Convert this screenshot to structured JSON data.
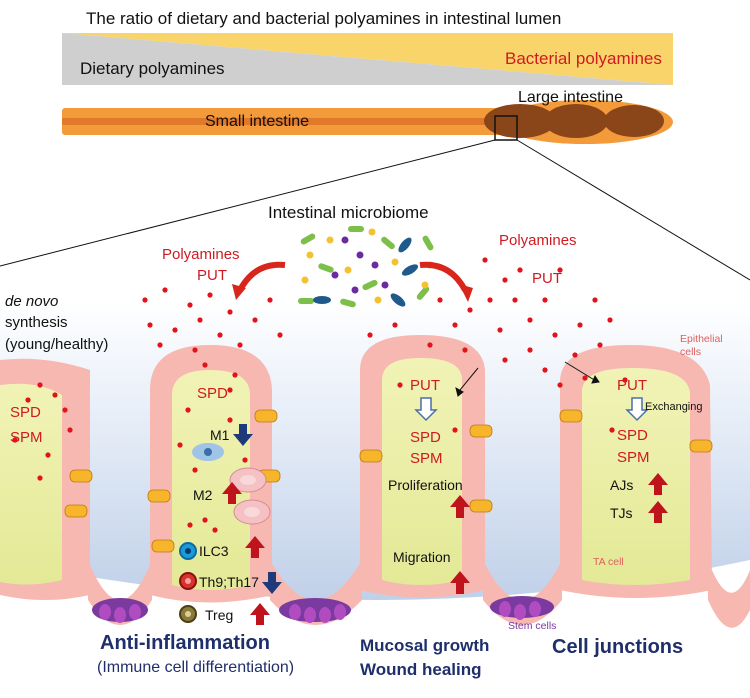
{
  "title": "The ratio of dietary and bacterial polyamines in intestinal lumen",
  "gradient": {
    "dietary_label": "Dietary polyamines",
    "bacterial_label": "Bacterial polyamines"
  },
  "intestine": {
    "small_label": "Small intestine",
    "large_label": "Large intestine"
  },
  "microbiome_label": "Intestinal  microbiome",
  "left_flow": {
    "polyamines": "Polyamines",
    "put": "PUT"
  },
  "right_flow": {
    "polyamines": "Polyamines",
    "put": "PUT"
  },
  "de_novo": {
    "line1": "de novo",
    "line2": "synthesis",
    "line3": "(young/healthy)"
  },
  "left_villus": {
    "spd": "SPD",
    "spm": "SPM"
  },
  "villus2": {
    "spd": "SPD",
    "m1": "M1",
    "m2": "M2",
    "ilc3": "ILC3",
    "th": "Th9;Th17",
    "treg": "Treg"
  },
  "villus3": {
    "put": "PUT",
    "spd": "SPD",
    "spm": "SPM",
    "proliferation": "Proliferation",
    "migration": "Migration"
  },
  "villus4": {
    "put": "PUT",
    "exchanging": "Exchanging",
    "spd": "SPD",
    "spm": "SPM",
    "ajs": "AJs",
    "tjs": "TJs"
  },
  "cell_labels": {
    "epithelial": "Epithelial\ncells",
    "ta_cell": "TA cell",
    "stem_cells": "Stem cells"
  },
  "bottom": {
    "anti_inflammation": "Anti-inflammation",
    "immune_diff": "(Immune cell differentiation)",
    "mucosal_growth": "Mucosal growth",
    "wound_healing": "Wound healing",
    "cell_junctions": "Cell junctions"
  },
  "colors": {
    "red_text": "#d01a22",
    "navy": "#1f2f6b",
    "gradient_grey": "#c8c8c8",
    "gradient_yellow": "#f9d46a",
    "intestine_orange": "#f39a3a",
    "colon_brown": "#8a4519",
    "epithelium_pink": "#f7b8b2",
    "lumen_yellow": "#eef0a8",
    "up_arrow_red": "#c0141c",
    "down_arrow_navy": "#1f3a7a"
  }
}
